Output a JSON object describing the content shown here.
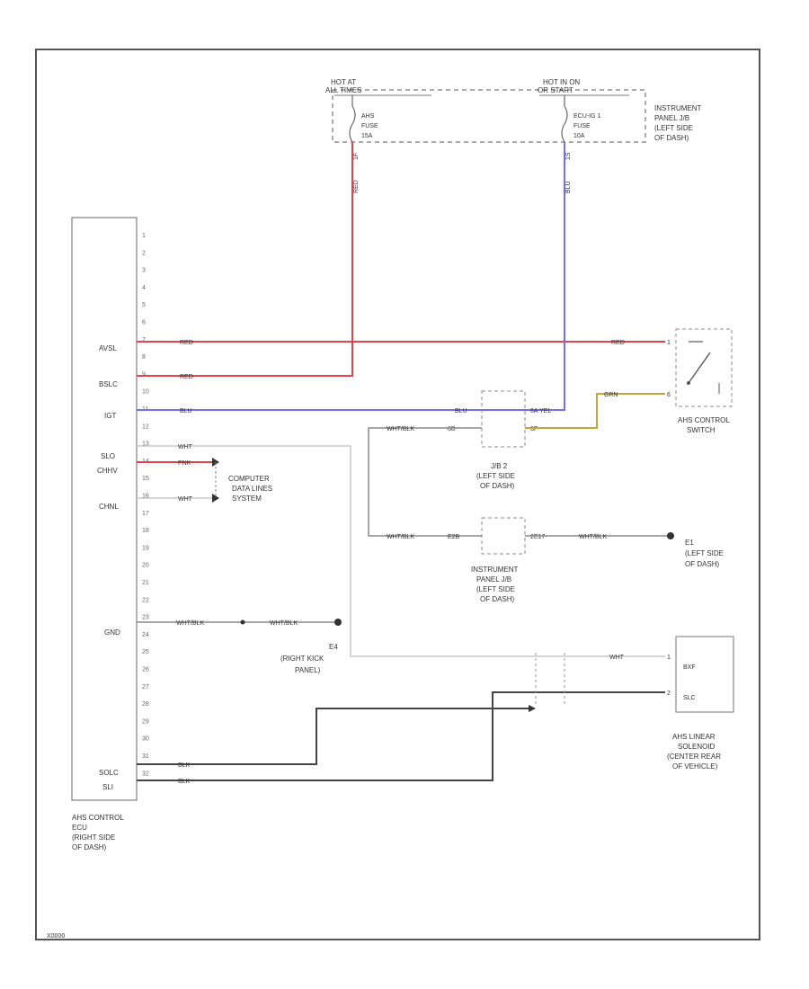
{
  "figure_id": "X0000",
  "colors": {
    "red": "#e8404a",
    "blue": "#6f6ff0",
    "yellow": "#c8a23a",
    "black": "#333333",
    "white": "#c9c9c9"
  },
  "ecu": {
    "label_lines": [
      "AHS CONTROL",
      "ECU",
      "(RIGHT SIDE",
      "OF DASH)"
    ],
    "pin_numbers": [
      "1",
      "2",
      "3",
      "4",
      "5",
      "6",
      "7",
      "8",
      "9",
      "10",
      "11",
      "12",
      "13",
      "14",
      "15",
      "16",
      "17",
      "18",
      "19",
      "20",
      "21",
      "22",
      "23",
      "24",
      "25",
      "26",
      "27",
      "28",
      "29",
      "30",
      "31",
      "32"
    ],
    "signals": {
      "avsl": "AVSL",
      "bslc": "BSLC",
      "igt": "IGT",
      "slo": "SLO",
      "chhv": "CHHV",
      "chnl": "CHNL",
      "gnd": "GND",
      "solc": "SOLC",
      "sli": "SLI"
    }
  },
  "fuse_box": {
    "hot_left": [
      "HOT AT",
      "ALL TIMES"
    ],
    "hot_right": [
      "HOT IN ON",
      "OR START"
    ],
    "fuse_left": [
      "AHS",
      "FUSE",
      "15A"
    ],
    "fuse_right": [
      "ECU-IG 1",
      "FUSE",
      "10A"
    ],
    "label_lines": [
      "INSTRUMENT",
      "PANEL J/B",
      "(LEFT SIDE",
      "OF DASH)"
    ],
    "pins_left": [
      "1F",
      "RED"
    ],
    "pins_right": [
      "1S",
      "BLU"
    ]
  },
  "wire_labels": {
    "red1": "RED",
    "red2": "RED",
    "red3": "RED",
    "blu1": "BLU",
    "blu2": "BLU",
    "wht1": "WHT",
    "pnk": "PNK",
    "wht2": "WHT",
    "wht_blk": "WHT/BLK",
    "wht_blk2": "WHT/BLK",
    "wht_blk3": "WHT/BLK",
    "wht_blk4": "WHT/BLK",
    "wht_blk5": "WHT/BLK",
    "yel": "YEL",
    "wht3": "WHT",
    "blk1": "BLK",
    "grn": "GRN",
    "blk2": "BLK"
  },
  "jb2": {
    "label_lines": [
      "J/B 2",
      "(LEFT SIDE",
      "OF DASH)"
    ],
    "pins": [
      "6B",
      "6A",
      "6A",
      "6F"
    ]
  },
  "ipjb": {
    "label_lines": [
      "INSTRUMENT",
      "PANEL J/B",
      "(LEFT SIDE",
      "OF DASH)"
    ],
    "pins": [
      "E2B",
      "2E17"
    ]
  },
  "switch": {
    "label_lines": [
      "AHS CONTROL",
      "SWITCH"
    ],
    "pins": [
      "1",
      "6"
    ]
  },
  "ground_e1": [
    "E1",
    "(LEFT SIDE",
    "OF DASH)"
  ],
  "ground_e4": [
    "E4",
    "(RIGHT KICK",
    "PANEL)"
  ],
  "computer": [
    "COMPUTER",
    "DATA LINES",
    "SYSTEM"
  ],
  "solenoid": {
    "label_lines": [
      "AHS LINEAR",
      "SOLENOID",
      "(CENTER REAR",
      "OF VEHICLE)"
    ],
    "pins": [
      "BXF",
      "SLC"
    ],
    "pin_nums": [
      "1",
      "2"
    ]
  }
}
